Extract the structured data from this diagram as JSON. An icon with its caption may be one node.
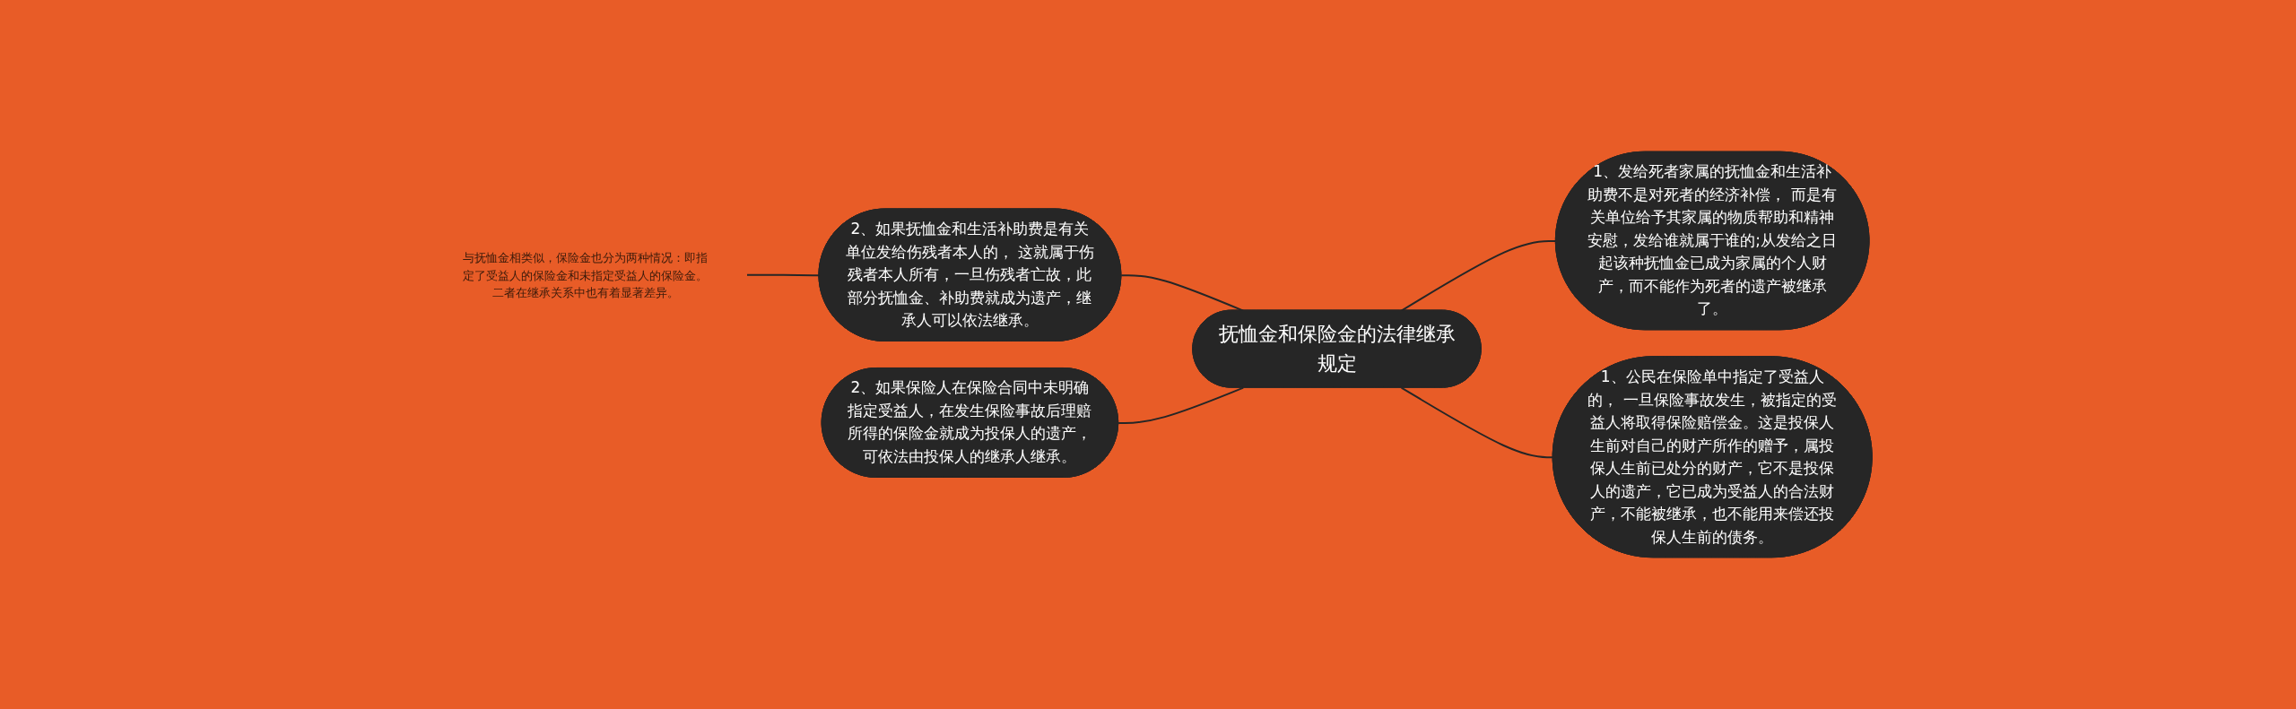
{
  "diagram": {
    "nodes": [
      {
        "text": [
          "抚恤金和保险金的法律继承规定"
        ]
      },
      {
        "text": [
          "1、发给死者家属的抚恤金和生活补助费不是对死者的经济补偿， 而是有关单位给予其家属的物质帮助和精神安慰，发给谁就属于谁的;从发给之日起该种抚恤金已成为家属的个人财产，而不能作为死者的遗产被继承了。"
        ]
      },
      {
        "text": [
          "1、公民在保险单中指定了受益人的， 一旦保险事故发生，被指定的受益人将取得保险赔偿金。这是投保人生前对自己的财产所作的赠予，属投保人生前已处分的财产，它不是投保人的遗产，它已成为受益人的合法财产，不能被继承，也不能用来偿还投保人生前的债务。"
        ]
      },
      {
        "text": [
          "2、如果抚恤金和生活补助费是有关单位发给伤残者本人的， 这就属于伤残者本人所有，一旦伤残者亡故，此部分抚恤金、补助费就成为遗产，继承人可以依法继承。"
        ]
      },
      {
        "text": [
          "2、如果保险人在保险合同中未明确指定受益人，在发生保险事故后理赔所得的保险金就成为投保人的遗产，可依法由投保人的继承人继承。"
        ]
      },
      {
        "text": [
          "与抚恤金相类似，保险金也分为两种情况：即指定了受益人的保险金和未指定受益人的保险金。二者在继承关系中也有着显著差异。"
        ]
      }
    ],
    "edges": [
      {
        "from": 5,
        "to": 3,
        "arrow": "none"
      },
      {
        "from": 3,
        "to": 0,
        "arrow": "none"
      },
      {
        "from": 4,
        "to": 0,
        "arrow": "none"
      },
      {
        "from": 0,
        "to": 1,
        "arrow": "none"
      },
      {
        "from": 0,
        "to": 2,
        "arrow": "none"
      }
    ]
  }
}
